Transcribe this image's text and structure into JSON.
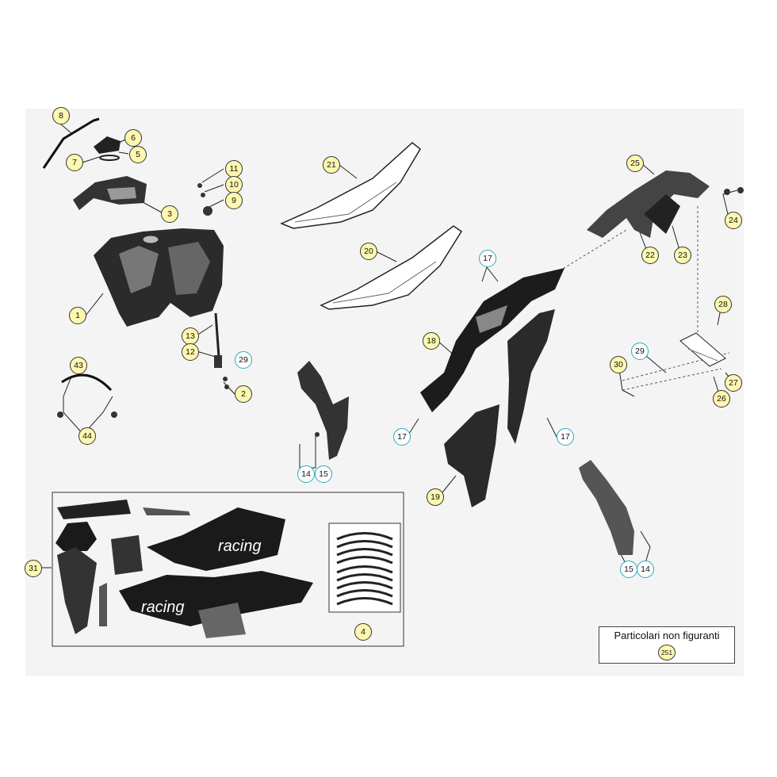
{
  "callouts": [
    {
      "label": "8",
      "style": "yellow"
    },
    {
      "label": "6",
      "style": "yellow"
    },
    {
      "label": "5",
      "style": "yellow"
    },
    {
      "label": "7",
      "style": "yellow"
    },
    {
      "label": "3",
      "style": "yellow"
    },
    {
      "label": "11",
      "style": "yellow"
    },
    {
      "label": "10",
      "style": "yellow"
    },
    {
      "label": "9",
      "style": "yellow"
    },
    {
      "label": "1",
      "style": "yellow"
    },
    {
      "label": "13",
      "style": "yellow"
    },
    {
      "label": "12",
      "style": "yellow"
    },
    {
      "label": "29",
      "style": "cyan"
    },
    {
      "label": "2",
      "style": "yellow"
    },
    {
      "label": "43",
      "style": "yellow"
    },
    {
      "label": "44",
      "style": "yellow"
    },
    {
      "label": "21",
      "style": "yellow"
    },
    {
      "label": "20",
      "style": "yellow"
    },
    {
      "label": "17",
      "style": "cyan"
    },
    {
      "label": "18",
      "style": "yellow"
    },
    {
      "label": "17",
      "style": "cyan"
    },
    {
      "label": "17",
      "style": "cyan"
    },
    {
      "label": "19",
      "style": "yellow"
    },
    {
      "label": "14",
      "style": "cyan"
    },
    {
      "label": "15",
      "style": "cyan"
    },
    {
      "label": "25",
      "style": "yellow"
    },
    {
      "label": "24",
      "style": "yellow"
    },
    {
      "label": "22",
      "style": "yellow"
    },
    {
      "label": "23",
      "style": "yellow"
    },
    {
      "label": "28",
      "style": "yellow"
    },
    {
      "label": "29",
      "style": "cyan"
    },
    {
      "label": "30",
      "style": "yellow"
    },
    {
      "label": "27",
      "style": "yellow"
    },
    {
      "label": "26",
      "style": "yellow"
    },
    {
      "label": "15",
      "style": "cyan"
    },
    {
      "label": "14",
      "style": "cyan"
    },
    {
      "label": "31",
      "style": "yellow"
    },
    {
      "label": "4",
      "style": "yellow"
    }
  ],
  "note": {
    "title": "Particolari non figuranti",
    "badge": "251"
  },
  "decal_text": {
    "racing_a": "racing",
    "racing_b": "racing"
  },
  "colors": {
    "callout_fill": "#fdf7b0",
    "callout_cyan_border": "#2aa7c0",
    "panel_bg": "#f4f4f4"
  }
}
